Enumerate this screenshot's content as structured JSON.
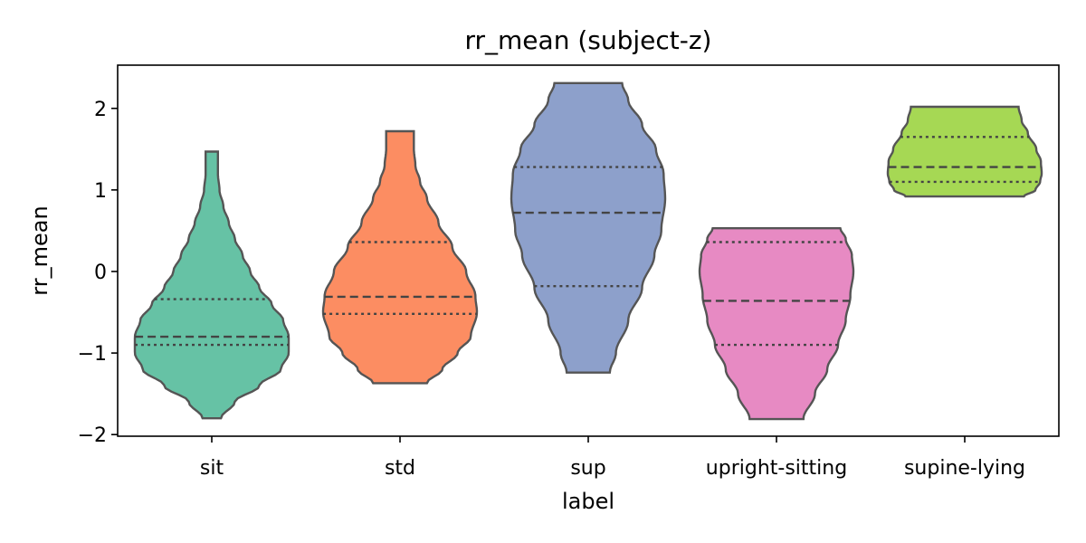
{
  "chart_data": {
    "type": "violin",
    "title": "rr_mean (subject-z)",
    "xlabel": "label",
    "ylabel": "rr_mean",
    "categories": [
      "sit",
      "std",
      "sup",
      "upright-sitting",
      "supine-lying"
    ],
    "colors": [
      "#66c2a5",
      "#fc8d62",
      "#8da0cb",
      "#e78ac3",
      "#a6d854"
    ],
    "yticks": [
      -2,
      -1,
      0,
      1,
      2
    ],
    "ytick_labels": [
      "−2",
      "−1",
      "0",
      "1",
      "2"
    ],
    "ylim": [
      -2.02,
      2.53
    ],
    "grid": false,
    "violins": [
      {
        "category": "sit",
        "min": -1.8,
        "max": 1.47,
        "q1": -0.9,
        "median": -0.8,
        "q3": -0.34,
        "profile": [
          [
            -1.8,
            0.12
          ],
          [
            -1.6,
            0.3
          ],
          [
            -1.4,
            0.62
          ],
          [
            -1.2,
            0.9
          ],
          [
            -1.0,
            1.0
          ],
          [
            -0.8,
            1.0
          ],
          [
            -0.6,
            0.93
          ],
          [
            -0.4,
            0.78
          ],
          [
            -0.2,
            0.62
          ],
          [
            0.0,
            0.5
          ],
          [
            0.2,
            0.4
          ],
          [
            0.4,
            0.3
          ],
          [
            0.6,
            0.22
          ],
          [
            0.8,
            0.15
          ],
          [
            1.0,
            0.1
          ],
          [
            1.2,
            0.08
          ],
          [
            1.47,
            0.08
          ]
        ]
      },
      {
        "category": "std",
        "min": -1.37,
        "max": 1.72,
        "q1": -0.52,
        "median": -0.31,
        "q3": 0.36,
        "profile": [
          [
            -1.37,
            0.35
          ],
          [
            -1.2,
            0.55
          ],
          [
            -1.0,
            0.75
          ],
          [
            -0.8,
            0.92
          ],
          [
            -0.5,
            1.0
          ],
          [
            -0.3,
            0.98
          ],
          [
            0.0,
            0.86
          ],
          [
            0.3,
            0.68
          ],
          [
            0.6,
            0.5
          ],
          [
            0.9,
            0.35
          ],
          [
            1.1,
            0.26
          ],
          [
            1.3,
            0.2
          ],
          [
            1.5,
            0.18
          ],
          [
            1.72,
            0.18
          ]
        ]
      },
      {
        "category": "sup",
        "min": -1.24,
        "max": 2.31,
        "q1": -0.18,
        "median": 0.72,
        "q3": 1.28,
        "profile": [
          [
            -1.24,
            0.28
          ],
          [
            -1.0,
            0.36
          ],
          [
            -0.6,
            0.52
          ],
          [
            -0.2,
            0.7
          ],
          [
            0.2,
            0.86
          ],
          [
            0.5,
            0.95
          ],
          [
            0.9,
            1.0
          ],
          [
            1.2,
            0.98
          ],
          [
            1.5,
            0.88
          ],
          [
            1.8,
            0.7
          ],
          [
            2.1,
            0.52
          ],
          [
            2.31,
            0.44
          ]
        ]
      },
      {
        "category": "upright-sitting",
        "min": -1.81,
        "max": 0.53,
        "q1": -0.9,
        "median": -0.36,
        "q3": 0.36,
        "profile": [
          [
            -1.81,
            0.35
          ],
          [
            -1.5,
            0.5
          ],
          [
            -1.2,
            0.66
          ],
          [
            -0.9,
            0.8
          ],
          [
            -0.6,
            0.9
          ],
          [
            -0.3,
            0.96
          ],
          [
            0.0,
            1.0
          ],
          [
            0.2,
            0.98
          ],
          [
            0.4,
            0.9
          ],
          [
            0.53,
            0.83
          ]
        ]
      },
      {
        "category": "supine-lying",
        "min": 0.92,
        "max": 2.02,
        "q1": 1.1,
        "median": 1.28,
        "q3": 1.65,
        "profile": [
          [
            0.92,
            0.77
          ],
          [
            1.0,
            0.92
          ],
          [
            1.1,
            0.98
          ],
          [
            1.2,
            1.0
          ],
          [
            1.35,
            0.99
          ],
          [
            1.5,
            0.93
          ],
          [
            1.7,
            0.82
          ],
          [
            1.85,
            0.74
          ],
          [
            2.02,
            0.7
          ]
        ]
      }
    ]
  }
}
